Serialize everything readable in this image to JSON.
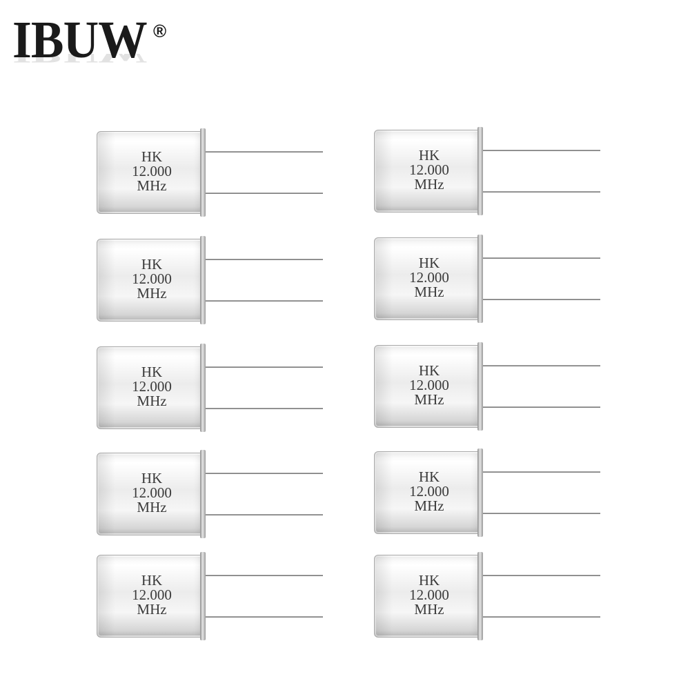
{
  "brand": {
    "name": "IBUW",
    "registered_mark": "®"
  },
  "products": [
    {
      "line1": "HK",
      "line2": "12.000",
      "line3": "MHz"
    },
    {
      "line1": "HK",
      "line2": "12.000",
      "line3": "MHz"
    },
    {
      "line1": "HK",
      "line2": "12.000",
      "line3": "MHz"
    },
    {
      "line1": "HK",
      "line2": "12.000",
      "line3": "MHz"
    },
    {
      "line1": "HK",
      "line2": "12.000",
      "line3": "MHz"
    },
    {
      "line1": "HK",
      "line2": "12.000",
      "line3": "MHz"
    },
    {
      "line1": "HK",
      "line2": "12.000",
      "line3": "MHz"
    },
    {
      "line1": "HK",
      "line2": "12.000",
      "line3": "MHz"
    },
    {
      "line1": "HK",
      "line2": "12.000",
      "line3": "MHz"
    },
    {
      "line1": "HK",
      "line2": "12.000",
      "line3": "MHz"
    }
  ]
}
